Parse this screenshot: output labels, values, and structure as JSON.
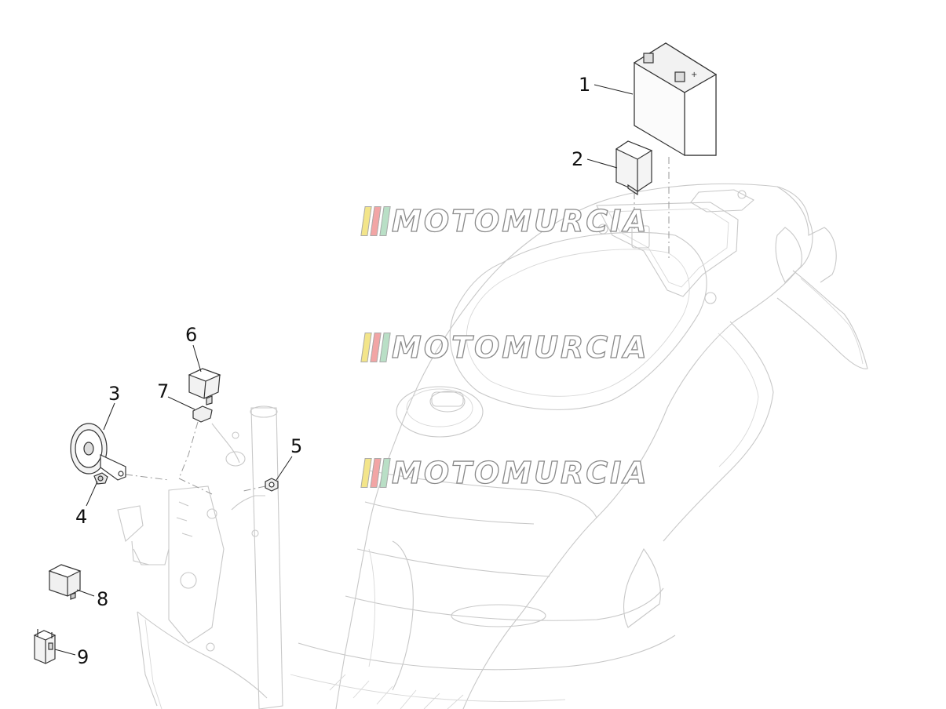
{
  "callouts": [
    {
      "number": "1"
    },
    {
      "number": "2"
    },
    {
      "number": "3"
    },
    {
      "number": "4"
    },
    {
      "number": "5"
    },
    {
      "number": "6"
    },
    {
      "number": "7"
    },
    {
      "number": "8"
    },
    {
      "number": "9"
    }
  ],
  "watermark": {
    "text": "MOTOMURCIA",
    "stripe_colors": [
      "#f3e58a",
      "#f2a5a5",
      "#b9dfc6"
    ],
    "text_color": "#ffffff",
    "outline_color": "#8a8a8a"
  },
  "colors": {
    "drawing_line": "#c8c8c8",
    "part_line": "#333333",
    "background": "#ffffff"
  }
}
